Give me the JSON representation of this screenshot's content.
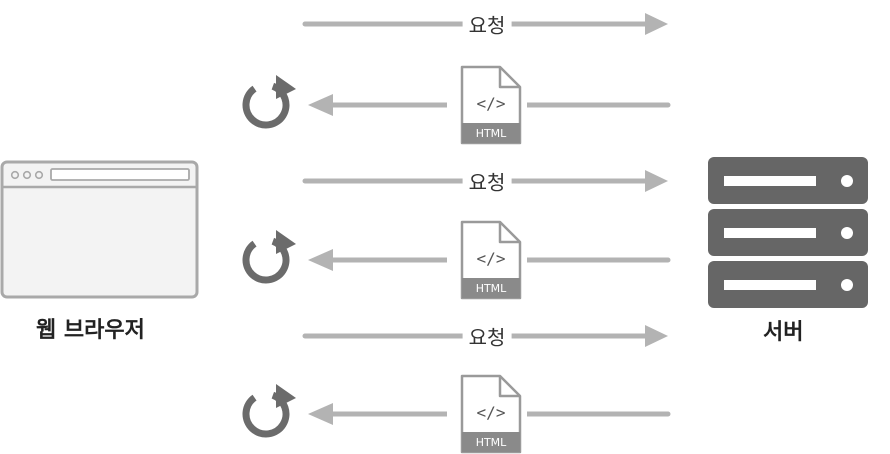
{
  "diagram": {
    "client": {
      "label": "웹 브라우저",
      "icon": "browser-window-icon"
    },
    "server": {
      "label": "서버",
      "icon": "server-rack-icon"
    },
    "request_label": "요청",
    "response_document": {
      "code_glyph": "</>",
      "label": "HTML",
      "icon": "html-document-icon"
    },
    "refresh_icon": "refresh-icon",
    "exchanges": [
      {
        "request": "요청",
        "response": "HTML"
      },
      {
        "request": "요청",
        "response": "HTML"
      },
      {
        "request": "요청",
        "response": "HTML"
      }
    ],
    "colors": {
      "arrow": "#b3b3b3",
      "icon": "#6b6b6b",
      "browser_outline": "#a9a9a9",
      "server": "#666666"
    }
  }
}
